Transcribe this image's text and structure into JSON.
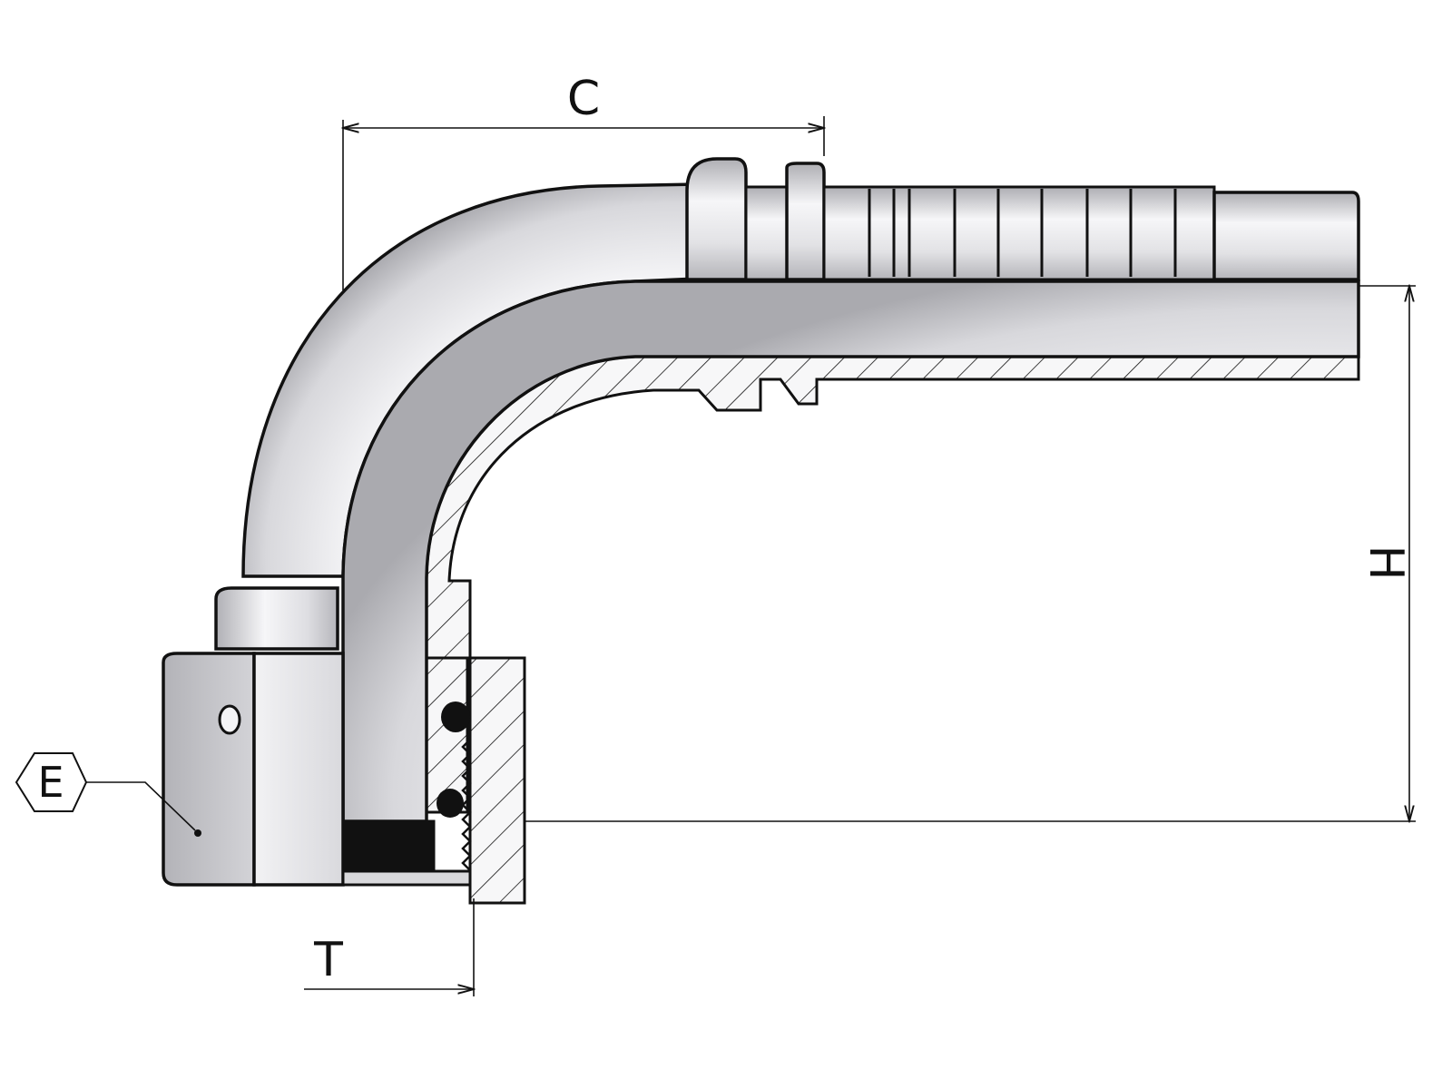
{
  "dimensions": {
    "c_label": "C",
    "h_label": "H",
    "t_label": "T",
    "e_label": "E"
  },
  "colors": {
    "outline": "#111111",
    "metal_light": "#f4f4f6",
    "metal_mid": "#d6d6da",
    "metal_dark": "#a9a9ae",
    "section_fill": "#ececee"
  }
}
